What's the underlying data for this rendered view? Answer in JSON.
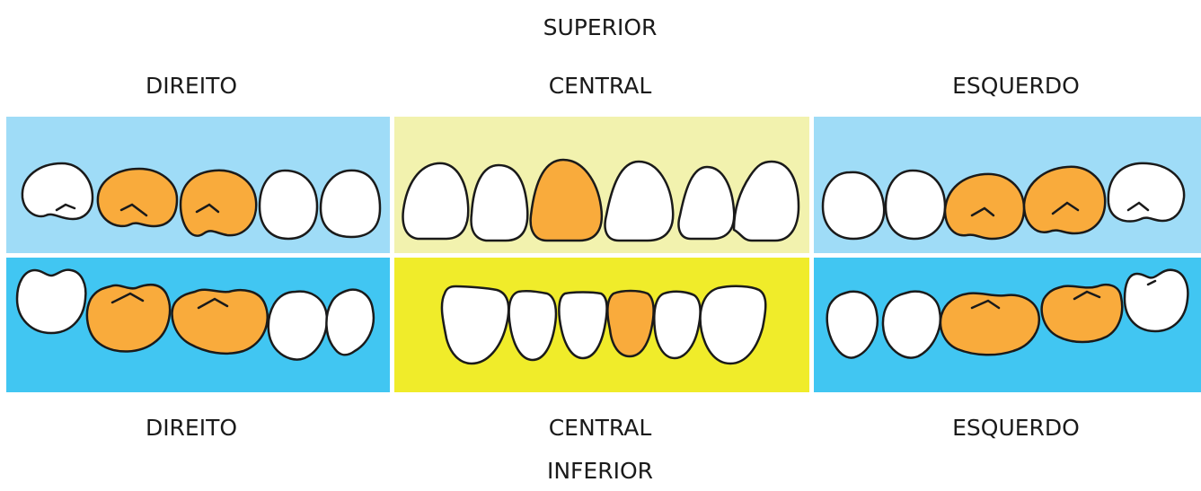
{
  "labels": {
    "superior": "SUPERIOR",
    "inferior": "INFERIOR",
    "top_right": "DIREITO",
    "top_central": "CENTRAL",
    "top_left": "ESQUERDO",
    "bottom_right": "DIREITO",
    "bottom_central": "CENTRAL",
    "bottom_left": "ESQUERDO"
  },
  "colors": {
    "upper_side": "#9fdcf7",
    "upper_central": "#f2f2ae",
    "lower_side": "#41c6f2",
    "lower_central": "#f0ec2a",
    "highlight": "#f9ab3c",
    "normal": "#ffffff"
  },
  "arches": {
    "upper_right": [
      "normal",
      "highlight",
      "highlight",
      "normal",
      "normal"
    ],
    "upper_central": [
      "normal",
      "normal",
      "highlight",
      "normal",
      "normal",
      "normal"
    ],
    "upper_left": [
      "normal",
      "normal",
      "highlight",
      "highlight",
      "normal"
    ],
    "lower_right": [
      "normal",
      "highlight",
      "highlight",
      "normal",
      "normal"
    ],
    "lower_central": [
      "normal",
      "normal",
      "normal",
      "highlight",
      "normal",
      "normal"
    ],
    "lower_left": [
      "normal",
      "normal",
      "highlight",
      "highlight",
      "normal"
    ]
  }
}
